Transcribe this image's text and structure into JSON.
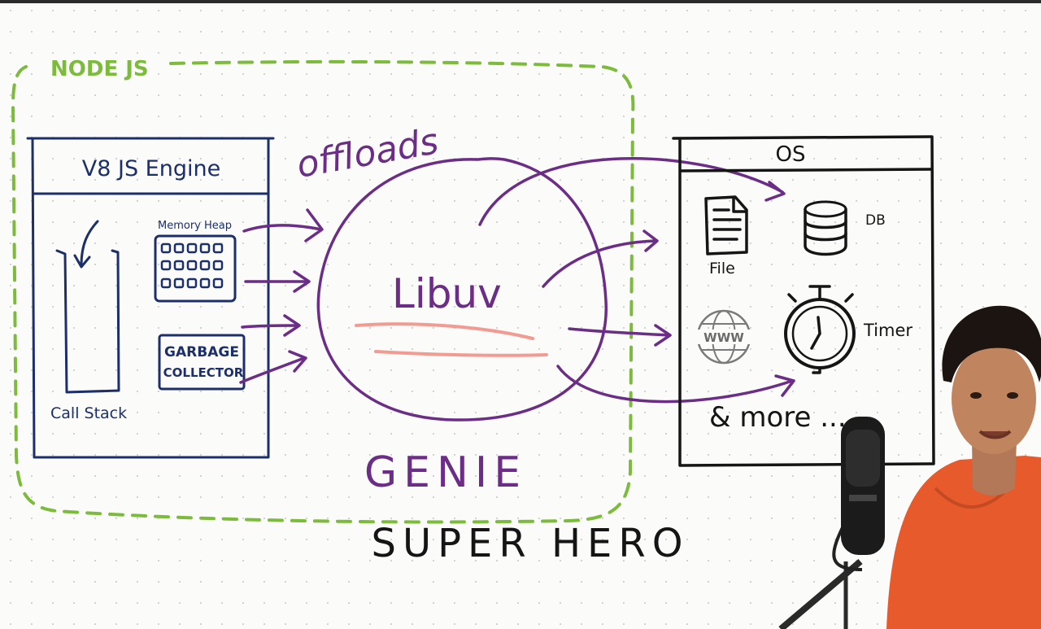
{
  "diagram": {
    "node_label": "NODE JS",
    "v8": {
      "title": "V8 JS Engine",
      "memory_heap": "Memory Heap",
      "garbage_line1": "GARBAGE",
      "garbage_line2": "COLLECTOR",
      "call_stack": "Call Stack"
    },
    "offloads": "offloads",
    "libuv": "Libuv",
    "genie": "GENIE",
    "super_hero": "SUPER HERO",
    "os": {
      "title": "OS",
      "file": "File",
      "db": "DB",
      "www": "WWW",
      "timer": "Timer",
      "more": "& more ..."
    }
  },
  "colors": {
    "green_dash": "#7dbb3c",
    "purple": "#6b2d86",
    "navy": "#1d2f6b",
    "black": "#151515",
    "highlight": "#f08a80",
    "shirt": "#e65a2c"
  }
}
